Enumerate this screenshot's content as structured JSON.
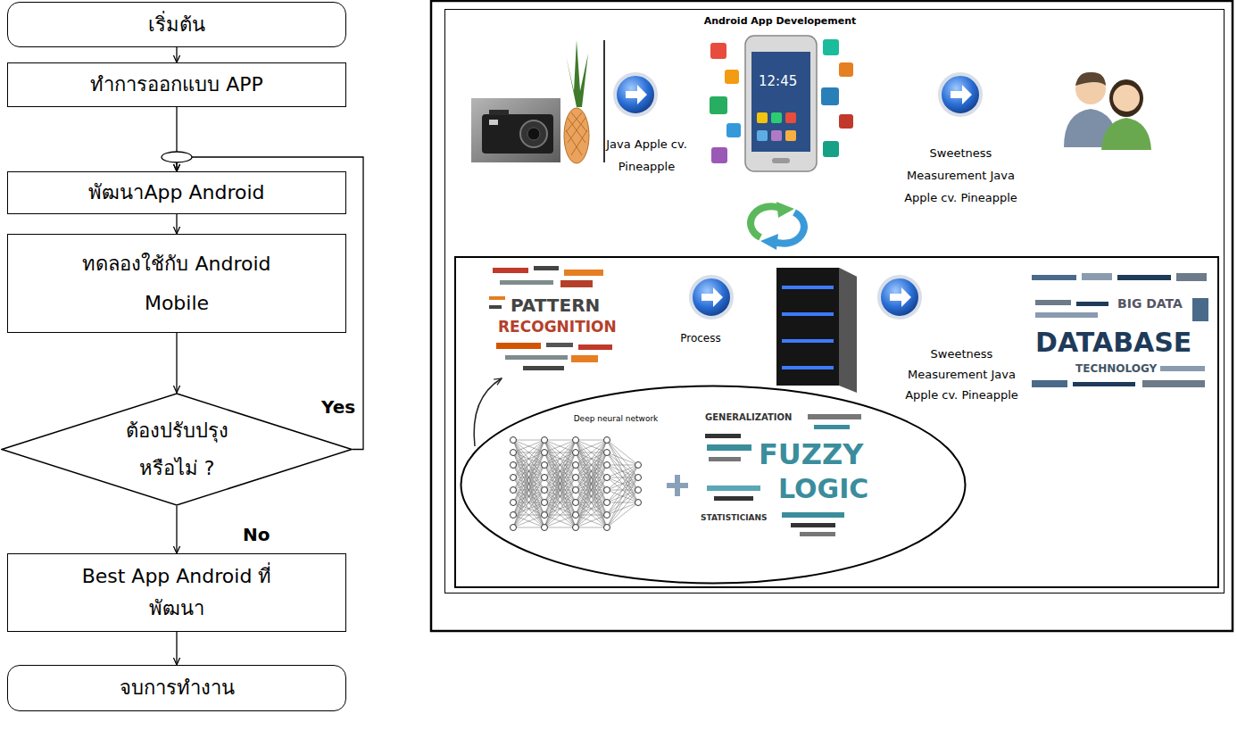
{
  "diagram": {
    "nodes": [
      {
        "text": [
          "เริ่มต้น"
        ]
      },
      {
        "text": [
          "ทำการออกแบบ APP"
        ]
      },
      {
        "text": [
          "พัฒนาApp Android"
        ]
      },
      {
        "text": [
          "ทดลองใช้กับ Android Mobile"
        ]
      },
      {
        "text": [
          "ต้องปรับปรุง หรือไม่ ?"
        ]
      },
      {
        "text": [
          "Best App Android ที่ พัฒนา"
        ]
      },
      {
        "text": [
          "จบการทำงาน"
        ]
      },
      {
        "text": [
          "Java Apple cv. Pineapple",
          "Android App Developement",
          "Sweetness Measurement Java Apple cv. Pineapple"
        ]
      },
      {
        "text": [
          "Process",
          "Sweetness Measurement Java Apple cv. Pineapple"
        ],
        "in": 7
      },
      {
        "text": [
          "Deep neural network"
        ],
        "in": 8
      }
    ],
    "edges": [
      {
        "from": 0,
        "to": 1,
        "arrow": "to"
      },
      {
        "from": 1,
        "to": 2,
        "arrow": "to"
      },
      {
        "from": 2,
        "to": 3,
        "arrow": "to"
      },
      {
        "from": 3,
        "to": 4,
        "arrow": "to"
      },
      {
        "from": 4,
        "to": 2,
        "label": "Yes",
        "arrow": "to"
      },
      {
        "from": 4,
        "to": 5,
        "label": "No",
        "arrow": "to"
      },
      {
        "from": 5,
        "to": 6,
        "arrow": "to"
      }
    ],
    "labels": [
      "12:45",
      "PATTERN",
      "RECOGNITION",
      "DATABASE",
      "BIG DATA",
      "TECHNOLOGY",
      "GENERALIZATION",
      "FUZZY",
      "LOGIC",
      "STATISTICIANS"
    ]
  }
}
